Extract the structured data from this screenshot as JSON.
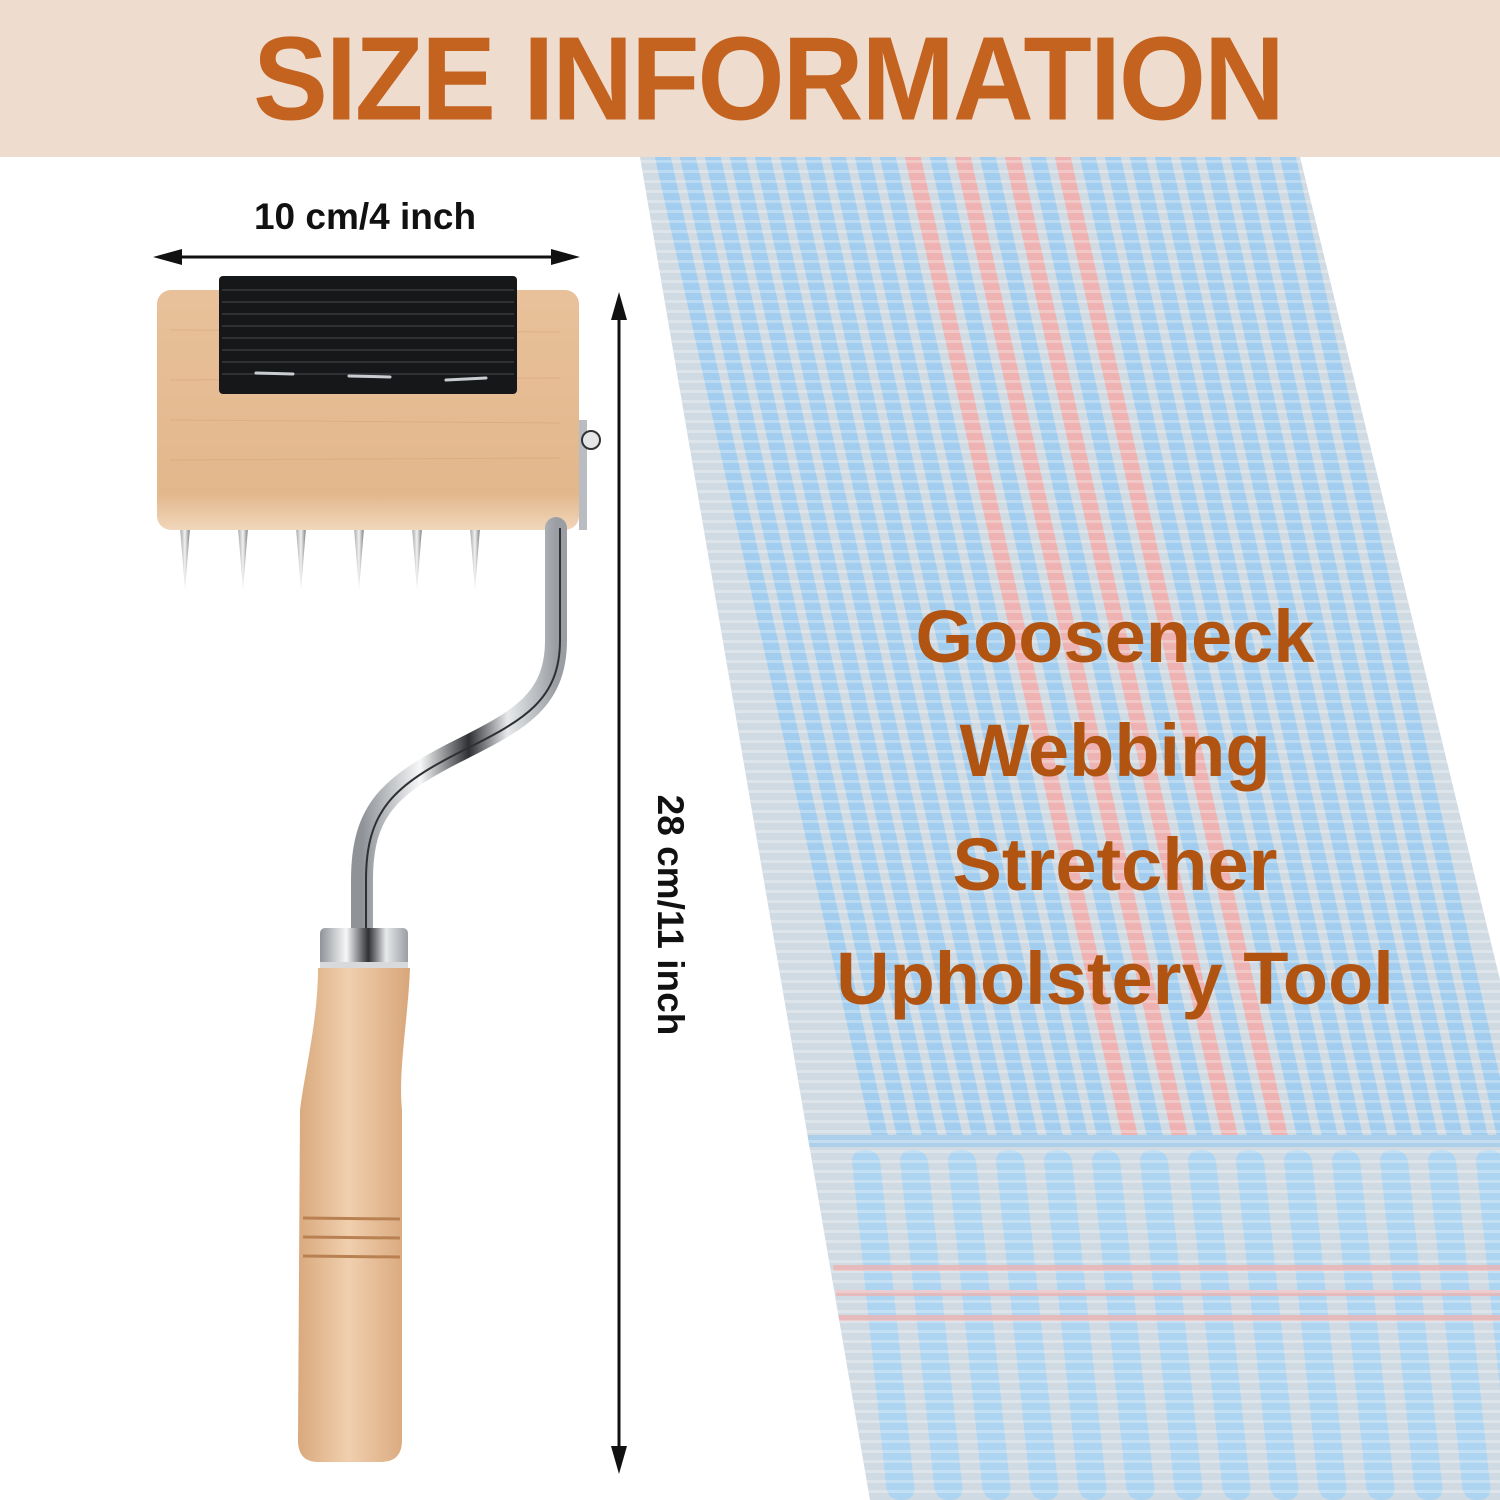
{
  "header": {
    "title": "SIZE INFORMATION",
    "background_color": "#eedccf",
    "text_color": "#c4621f"
  },
  "dimensions": {
    "width_label": "10 cm/4 inch",
    "height_label": "28 cm/11 inch",
    "arrow_color": "#111111"
  },
  "product": {
    "name_lines": [
      "Gooseneck",
      "Webbing",
      "Stretcher",
      "Upholstery Tool"
    ],
    "text_color": "#b15412"
  },
  "illustration": {
    "tool_parts": [
      "wooden-head",
      "black-rubber-pad",
      "steel-pins",
      "gooseneck-chrome-shaft",
      "chrome-ferrule",
      "wooden-handle"
    ],
    "pin_count": 6,
    "handle_grooves": 3,
    "background_fabric": "blue-and-red-striped-webbing"
  }
}
